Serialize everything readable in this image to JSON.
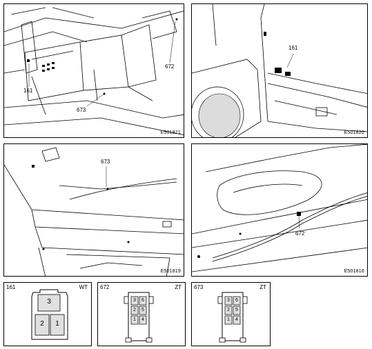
{
  "photos": [
    {
      "code": "E501821",
      "callouts": [
        "161",
        "672",
        "673"
      ]
    },
    {
      "code": "E501820",
      "callouts": [
        "161"
      ]
    },
    {
      "code": "E501819",
      "callouts": [
        "673"
      ]
    },
    {
      "code": "E501816",
      "callouts": [
        "672"
      ]
    }
  ],
  "connectors": [
    {
      "id": "161",
      "color": "WT",
      "pins": [
        "3",
        "2",
        "1"
      ]
    },
    {
      "id": "672",
      "color": "ZT",
      "pins": [
        "3",
        "6",
        "2",
        "5",
        "1",
        "4"
      ]
    },
    {
      "id": "673",
      "color": "ZT",
      "pins": [
        "3",
        "6",
        "2",
        "5",
        "1",
        "4"
      ]
    }
  ]
}
